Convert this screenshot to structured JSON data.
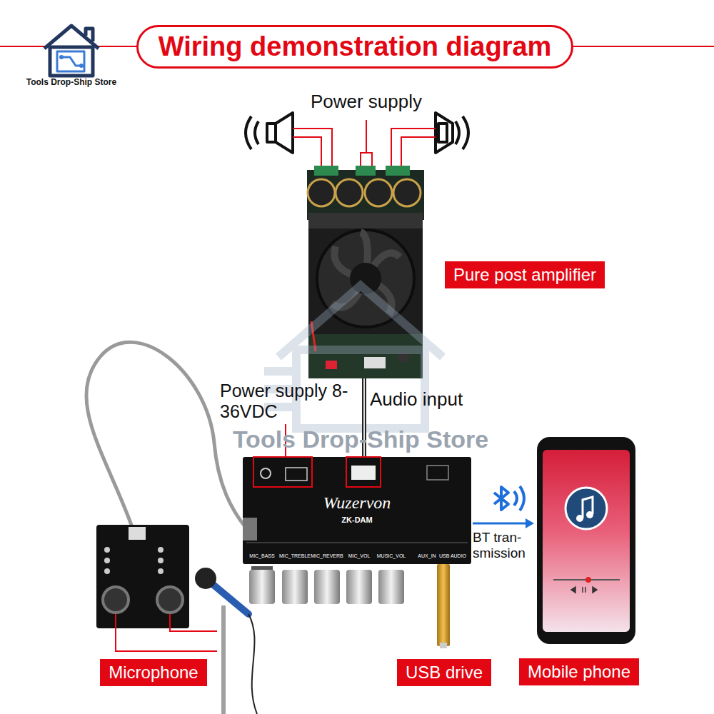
{
  "diagram": {
    "title": "Wiring demonstration diagram",
    "nodes": [
      {
        "text": [
          "Pure post amplifier"
        ]
      },
      {
        "text": [
          "Wuzervon",
          "ZK-DAM",
          "MIC_BASS",
          "MIC_TREBLE",
          "MIC_REVERB",
          "MIC_VOL",
          "MUSIC_VOL",
          "AUX_IN",
          "USB AUDIO"
        ]
      },
      {
        "text": [
          "Microphone"
        ]
      },
      {
        "text": [
          "USB drive"
        ]
      },
      {
        "text": [
          "Mobile phone"
        ]
      }
    ],
    "labels": [
      "Tools Drop-Ship Store",
      "Power supply",
      "Power supply 8-36VDC",
      "Audio input",
      "Tools Drop-Ship Store",
      "BT tran- smission"
    ]
  }
}
